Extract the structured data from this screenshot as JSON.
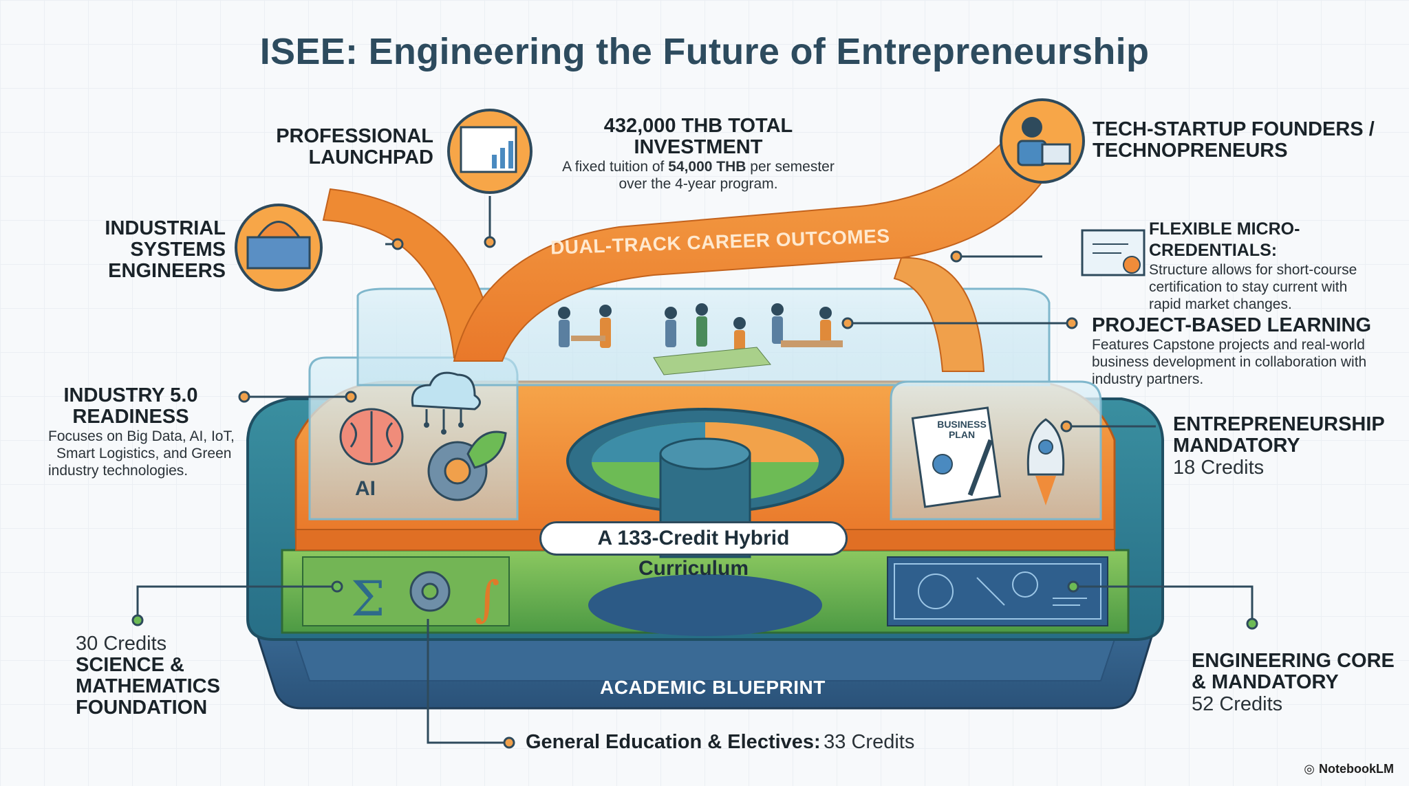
{
  "title": "ISEE: Engineering the Future of Entrepreneurship",
  "center_label": "A 133-Credit Hybrid Curriculum",
  "band_career": "DUAL-TRACK CAREER OUTCOMES",
  "band_blueprint": "ACADEMIC BLUEPRINT",
  "investment": {
    "heading": "432,000 THB TOTAL INVESTMENT",
    "line1_pre": "A fixed tuition of ",
    "line1_bold": "54,000 THB",
    "line1_post": " per semester",
    "line2": "over the 4-year program."
  },
  "launchpad": {
    "line1": "PROFESSIONAL",
    "line2": "LAUNCHPAD"
  },
  "industrial": {
    "line1": "INDUSTRIAL",
    "line2": "SYSTEMS ENGINEERS"
  },
  "founders": {
    "line1": "TECH-STARTUP FOUNDERS /",
    "line2": "TECHNOPRENEURS"
  },
  "micro": {
    "heading": "FLEXIBLE MICRO-CREDENTIALS:",
    "line1": "Structure allows for short-course",
    "line2": "certification to stay current with",
    "line3": "rapid market changes."
  },
  "pbl": {
    "heading": "PROJECT-BASED LEARNING",
    "line1": "Features Capstone projects and real-world",
    "line2": "business development in collaboration with",
    "line3": "industry partners."
  },
  "industry50": {
    "line1": "INDUSTRY 5.0",
    "line2": "READINESS",
    "body1": "Focuses on Big Data, AI, IoT,",
    "body2": "Smart Logistics, and Green",
    "body3": "industry technologies."
  },
  "entre": {
    "line1": "ENTREPRENEURSHIP",
    "line2": "MANDATORY",
    "credits": "18 Credits"
  },
  "science": {
    "credits": "30 Credits",
    "line1": "SCIENCE &",
    "line2": "MATHEMATICS",
    "line3": "FOUNDATION"
  },
  "engcore": {
    "line1": "ENGINEERING CORE",
    "line2": "& MANDATORY",
    "credits": "52 Credits"
  },
  "gened": {
    "label": "General Education & Electives:",
    "credits": "33 Credits"
  },
  "icons": {
    "ai_text": "AI",
    "business_plan_1": "BUSINESS",
    "business_plan_2": "PLAN",
    "names": [
      "blueprint-chart-icon",
      "hard-hat-blueprint-icon",
      "founder-laptop-icon",
      "certificate-icon",
      "brain-icon",
      "cloud-network-icon",
      "gear-leaf-icon",
      "business-plan-icon",
      "rocket-icon",
      "sigma-icon",
      "gear-icon",
      "integral-icon",
      "engineering-blueprint-icon"
    ]
  },
  "brand": "NotebookLM",
  "colors": {
    "title": "#2d4b5e",
    "orange": "#ef8a2f",
    "teal": "#2e7d8c",
    "green": "#5aa84a",
    "navy": "#2e4a5c"
  }
}
